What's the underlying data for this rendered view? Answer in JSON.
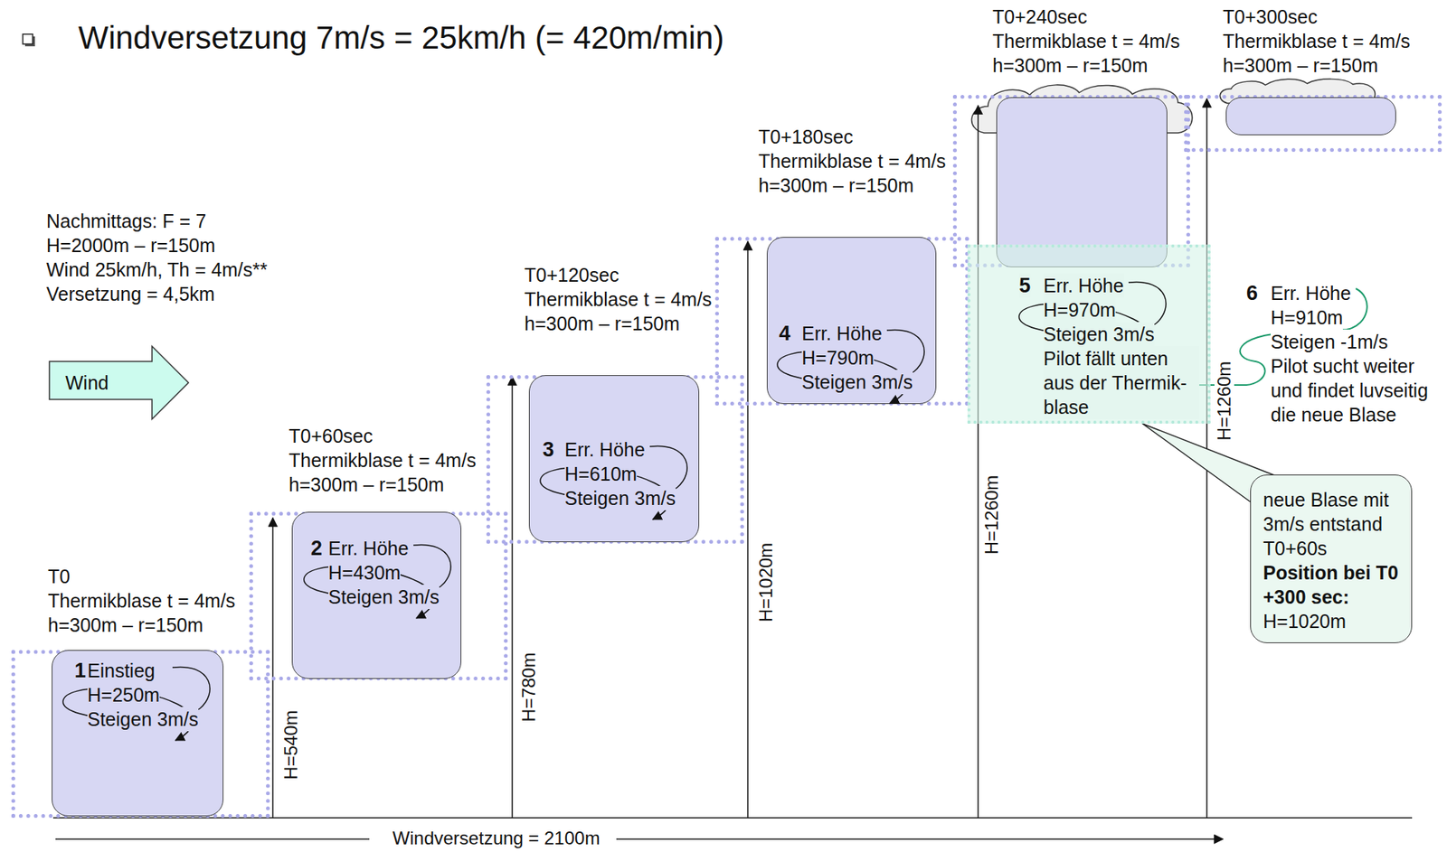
{
  "diagram": {
    "title": "Windversetzung 7m/s = 25km/h (= 420m/min)",
    "nodes": [
      {
        "text": [
          "Wind"
        ]
      },
      {
        "text": [
          "T0",
          "Thermikblase t = 4m/s",
          "h=300m – r=150m"
        ]
      },
      {
        "text": [
          "1",
          "Einstieg",
          "H=250m",
          "Steigen 3m/s"
        ],
        "in": 1
      },
      {
        "text": [
          "T0+60sec",
          "Thermikblase t = 4m/s",
          "h=300m – r=150m"
        ]
      },
      {
        "text": [
          "2",
          "Err. Höhe",
          "H=430m",
          "Steigen 3m/s"
        ],
        "in": 3
      },
      {
        "text": [
          "T0+120sec",
          "Thermikblase t = 4m/s",
          "h=300m – r=150m"
        ]
      },
      {
        "text": [
          "3",
          "Err. Höhe",
          "H=610m",
          "Steigen 3m/s"
        ],
        "in": 5
      },
      {
        "text": [
          "T0+180sec",
          "Thermikblase t = 4m/s",
          "h=300m – r=150m"
        ]
      },
      {
        "text": [
          "4",
          "Err. Höhe",
          "H=790m",
          "Steigen 3m/s"
        ],
        "in": 7
      },
      {
        "text": [
          "T0+240sec",
          "Thermikblase t = 4m/s",
          "h=300m – r=150m"
        ]
      },
      {
        "text": [
          "5",
          "Err. Höhe",
          "H=970m",
          "Steigen 3m/s",
          "Pilot fällt unten aus der Thermik- blase"
        ]
      },
      {
        "text": [
          "T0+300sec",
          "Thermikblase t = 4m/s",
          "h=300m – r=150m"
        ]
      },
      {
        "text": [
          "neue Blase mit 3m/s entstand T0+60s",
          "Position bei T0 +300 sec:",
          "H=1020m"
        ]
      }
    ],
    "edges": [
      {
        "from": 12,
        "to": 10,
        "arrow": "none"
      }
    ],
    "labels": [
      "Nachmittags: F = 7",
      "H=2000m – r=150m",
      "Wind 25km/h, Th = 4m/s**",
      "Versetzung = 4,5km",
      "H=540m",
      "H=780m",
      "H=1020m",
      "H=1260m",
      "H=1260m",
      "6",
      "Err. Höhe",
      "H=910m",
      "Steigen -1m/s",
      "Pilot sucht weiter und findet luvseitig die neue Blase",
      "Windversetzung = 2100m"
    ]
  }
}
